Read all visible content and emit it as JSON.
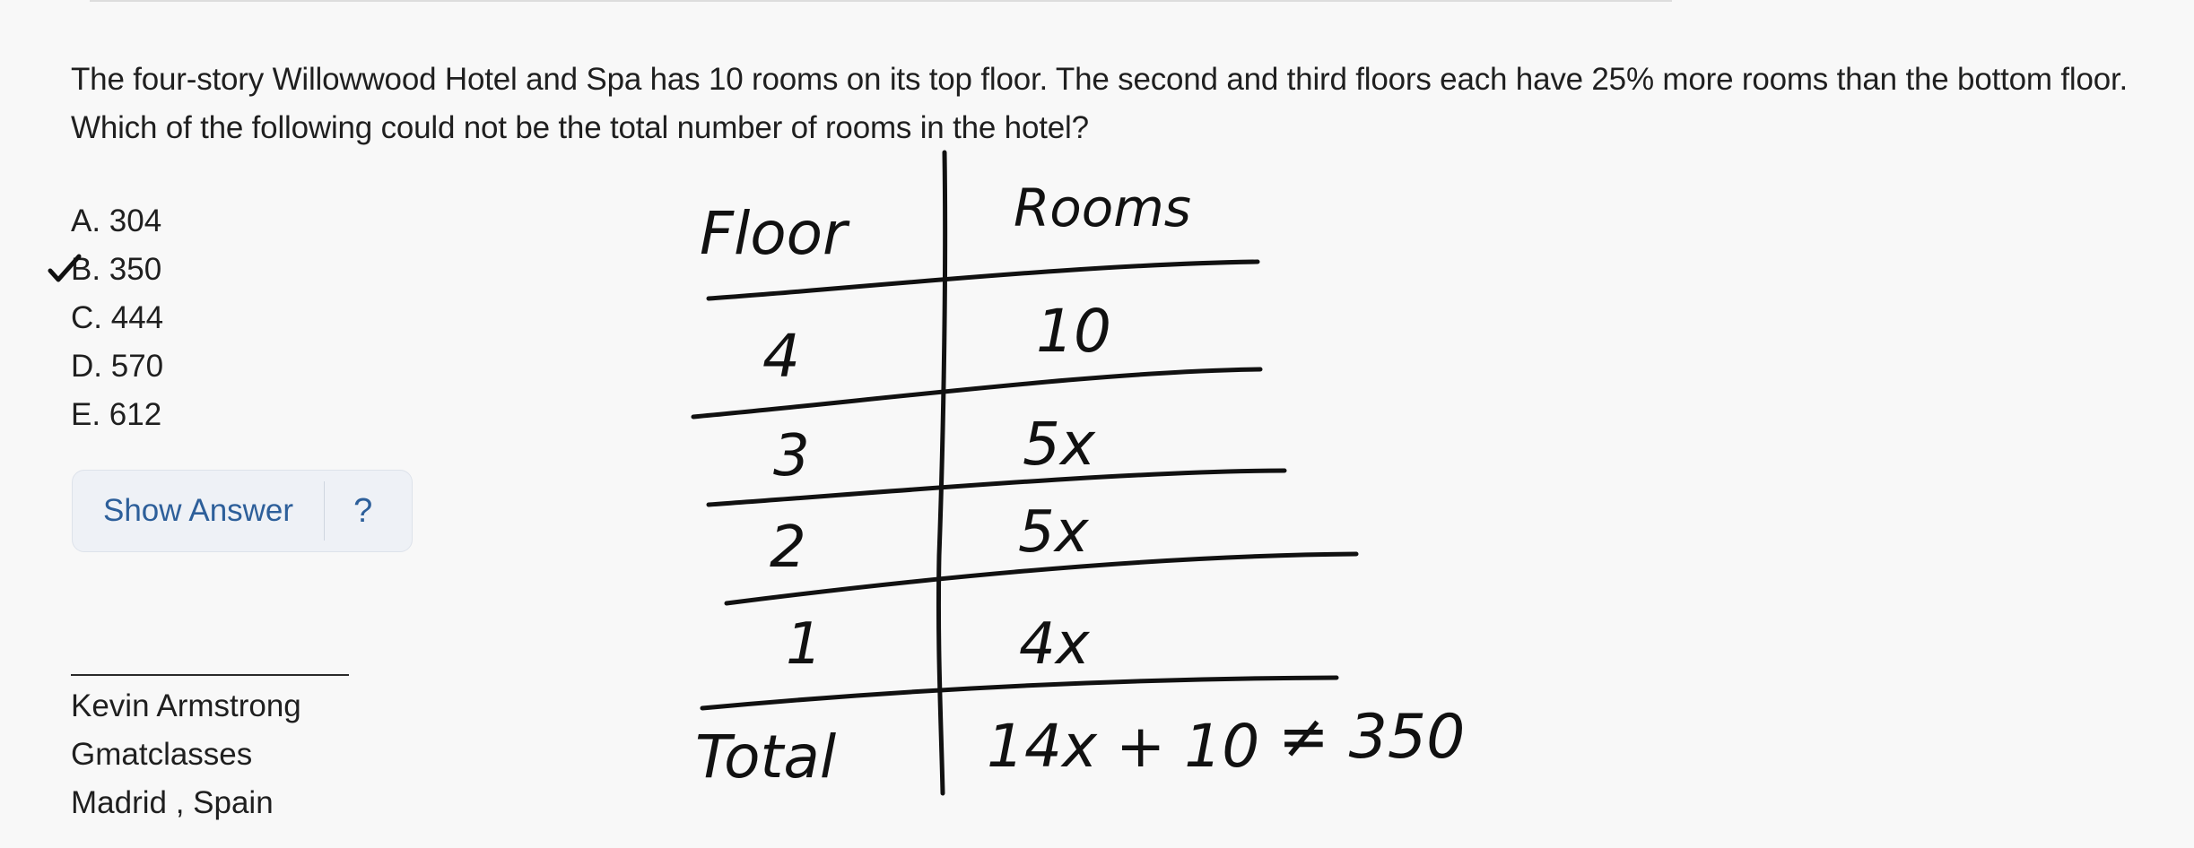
{
  "question": {
    "text": "The four-story Willowwood Hotel and Spa has 10 rooms on its top floor. The second and third floors each have 25% more rooms than the bottom floor. Which of the following could not be the total number of rooms in the hotel?"
  },
  "options": [
    {
      "label": "A. 304"
    },
    {
      "label": "B. 350",
      "checked": true
    },
    {
      "label": "C. 444"
    },
    {
      "label": "D. 570"
    },
    {
      "label": "E. 612"
    }
  ],
  "answer_box": {
    "show_answer_label": "Show Answer",
    "help_label": "?"
  },
  "signature": {
    "name": "Kevin Armstrong",
    "organization": "Gmatclasses",
    "location": "Madrid , Spain"
  },
  "table": {
    "headers": {
      "floor": "Floor",
      "rooms": "Rooms"
    },
    "rows": [
      {
        "floor": "4",
        "rooms": "10"
      },
      {
        "floor": "3",
        "rooms": "5x"
      },
      {
        "floor": "2",
        "rooms": "5x"
      },
      {
        "floor": "1",
        "rooms": "4x"
      }
    ],
    "total_label": "Total",
    "total_value": "14x + 10",
    "note": "≠ 350"
  },
  "colors": {
    "link": "#2d5f9a",
    "ink": "#111111",
    "box_bg": "#eef1f6"
  }
}
